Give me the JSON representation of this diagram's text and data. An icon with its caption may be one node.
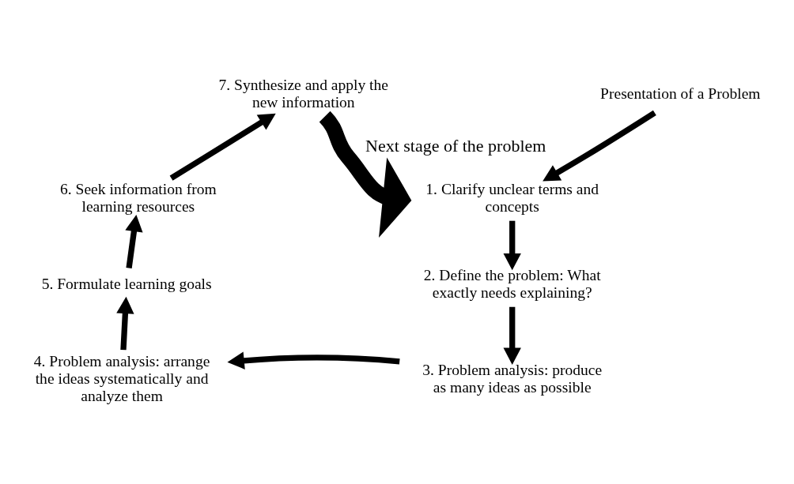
{
  "diagram": {
    "nodes": [
      {
        "text": [
          "Presentation of a Problem"
        ]
      },
      {
        "text": [
          "1. Clarify unclear terms and concepts"
        ]
      },
      {
        "text": [
          "2. Define the problem: What exactly needs explaining?"
        ]
      },
      {
        "text": [
          "3. Problem analysis: produce as many ideas as possible"
        ]
      },
      {
        "text": [
          "4. Problem analysis: arrange the ideas systematically and analyze them"
        ]
      },
      {
        "text": [
          "5. Formulate learning goals"
        ]
      },
      {
        "text": [
          "6. Seek information from learning resources"
        ]
      },
      {
        "text": [
          "7. Synthesize and apply the new information"
        ]
      }
    ],
    "edges": [
      {
        "from": 0,
        "to": 1,
        "arrow": "to"
      },
      {
        "from": 1,
        "to": 2,
        "arrow": "to"
      },
      {
        "from": 2,
        "to": 3,
        "arrow": "to"
      },
      {
        "from": 3,
        "to": 4,
        "arrow": "to"
      },
      {
        "from": 4,
        "to": 5,
        "arrow": "to"
      },
      {
        "from": 5,
        "to": 6,
        "arrow": "to"
      },
      {
        "from": 6,
        "to": 7,
        "arrow": "to"
      },
      {
        "from": 7,
        "to": 1,
        "arrow": "to",
        "label": "Next stage of the problem",
        "style": "thick"
      }
    ]
  }
}
